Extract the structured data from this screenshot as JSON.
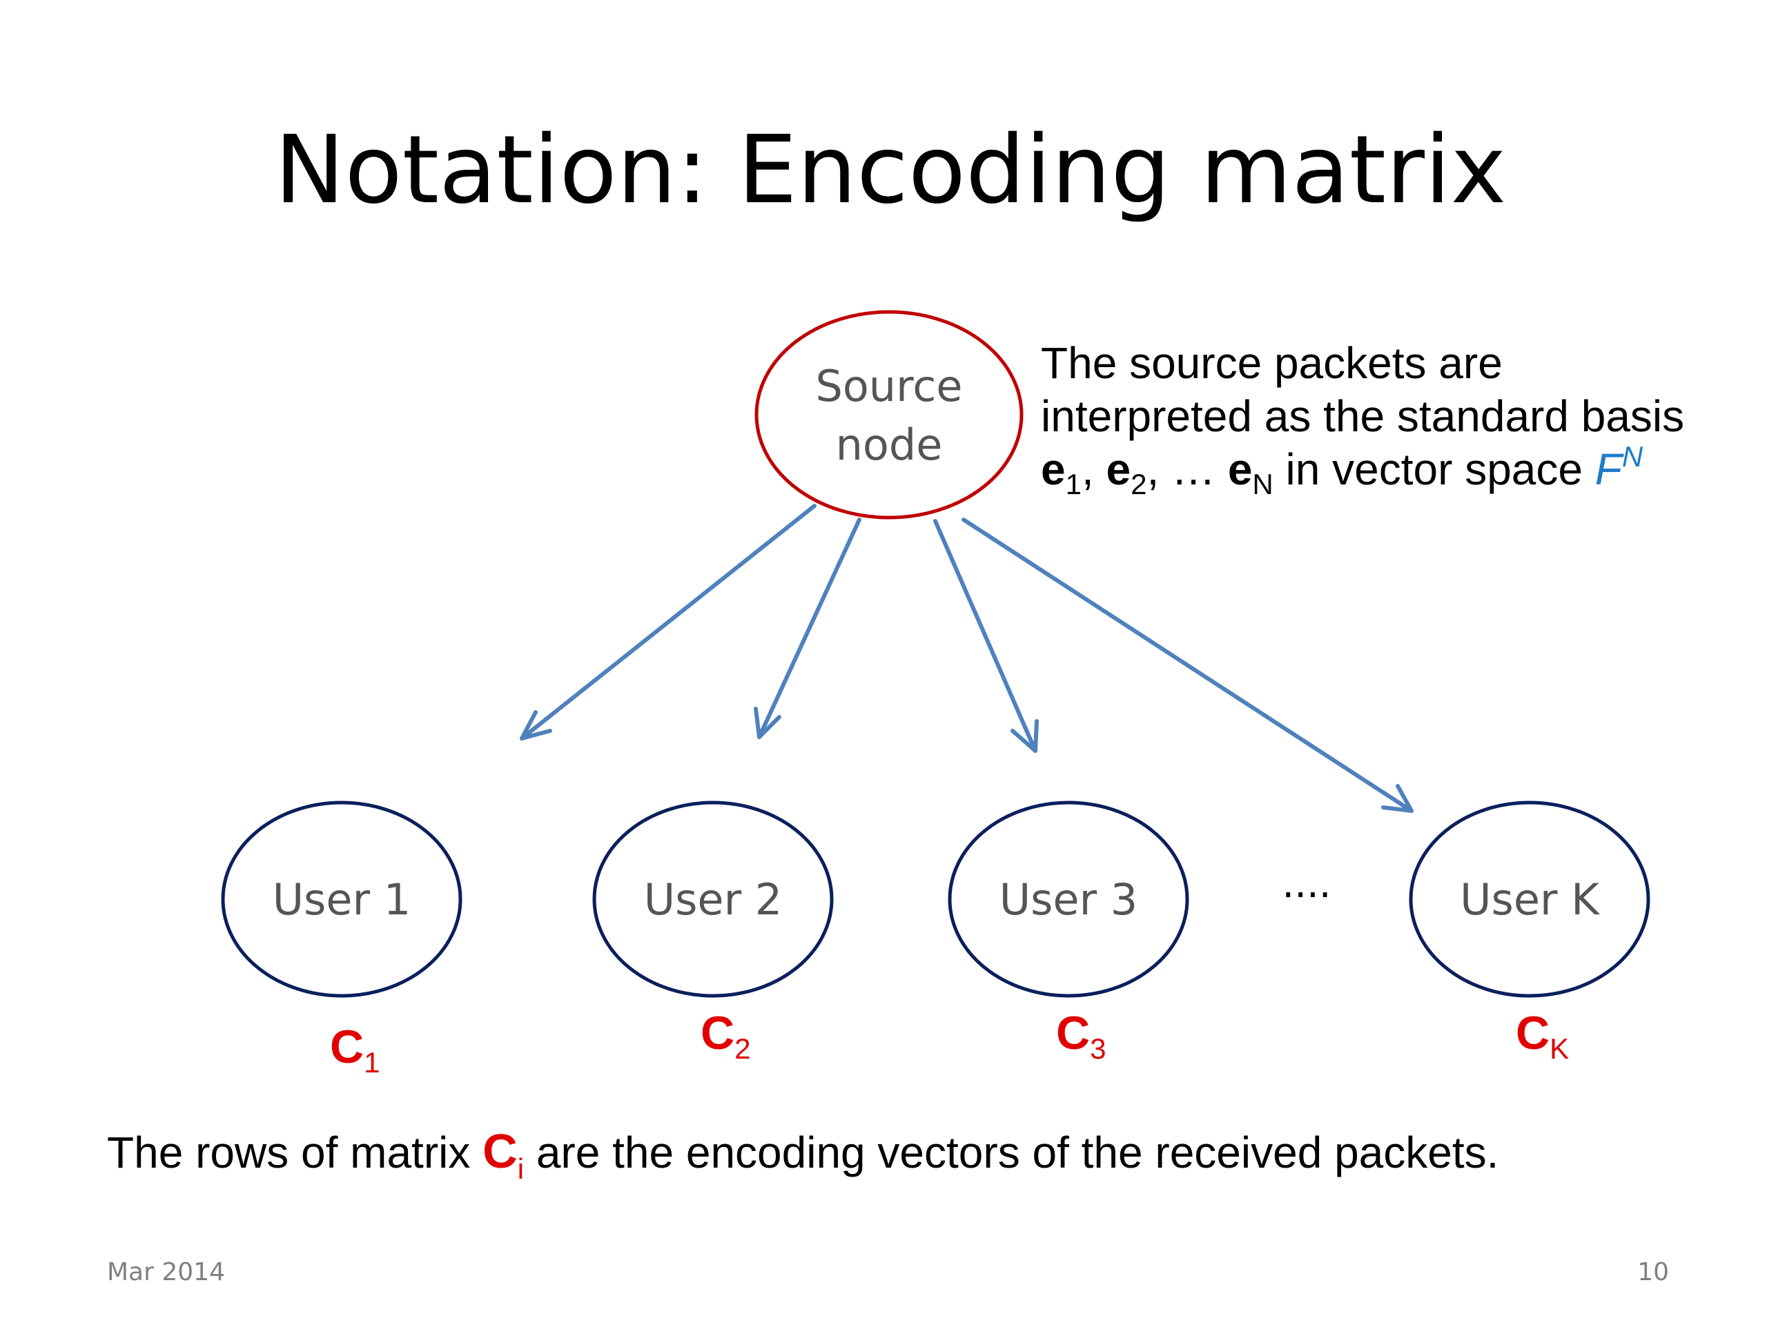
{
  "title": "Notation: Encoding matrix",
  "colors": {
    "source_border": "#C00000",
    "user_border": "#0B1F5C",
    "arrow": "#4F81BD",
    "matrix_label": "#E00000",
    "field_symbol": "#1F7DC8",
    "node_text": "#555555",
    "footer_text": "#7F7F7F"
  },
  "source_node": {
    "line1": "Source",
    "line2": "node"
  },
  "source_note": {
    "line1": "The source packets are",
    "line2": "interpreted as the standard basis",
    "line3": {
      "e1_base": "e",
      "e1_sub": "1",
      "sep1": ", ",
      "e2_base": "e",
      "e2_sub": "2",
      "sep2": ", … ",
      "eN_base": "e",
      "eN_sub": "N",
      "text": " in vector space ",
      "field_base": "F",
      "field_sup": "N"
    }
  },
  "users": [
    {
      "label": "User 1",
      "matrix_base": "C",
      "matrix_sub": "1"
    },
    {
      "label": "User 2",
      "matrix_base": "C",
      "matrix_sub": "2"
    },
    {
      "label": "User 3",
      "matrix_base": "C",
      "matrix_sub": "3"
    },
    {
      "label": "User K",
      "matrix_base": "C",
      "matrix_sub": "K"
    }
  ],
  "ellipsis": "....",
  "caption": {
    "before": "The rows of matrix ",
    "matrix_base": "C",
    "matrix_sub": "i",
    "after": " are the encoding vectors of the received packets."
  },
  "footer": {
    "date": "Mar 2014",
    "page": "10"
  }
}
